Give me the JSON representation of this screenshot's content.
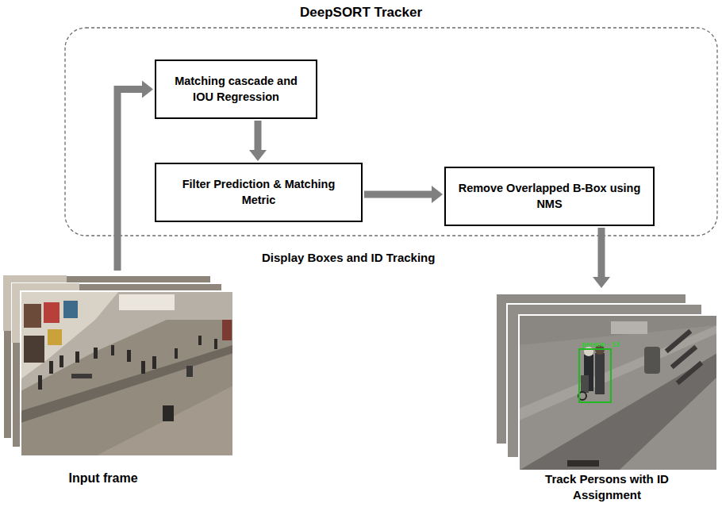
{
  "diagram": {
    "title": "DeepSORT Tracker",
    "nodes": [
      {
        "text": [
          "Matching cascade and IOU Regression"
        ]
      },
      {
        "text": [
          "Filter Prediction & Matching Metric"
        ]
      },
      {
        "text": [
          "Remove Overlapped B-Box using NMS"
        ]
      },
      {
        "text": [
          "Input frame"
        ]
      },
      {
        "text": [
          "Track Persons with ID Assignment"
        ]
      }
    ],
    "edges": [
      {
        "from": 3,
        "to": 0,
        "arrow": "to"
      },
      {
        "from": 0,
        "to": 1,
        "arrow": "to"
      },
      {
        "from": 1,
        "to": 2,
        "arrow": "to"
      },
      {
        "from": 2,
        "to": 4,
        "arrow": "to"
      }
    ],
    "labels": [
      "Display Boxes and ID Tracking",
      "person - 13"
    ]
  }
}
